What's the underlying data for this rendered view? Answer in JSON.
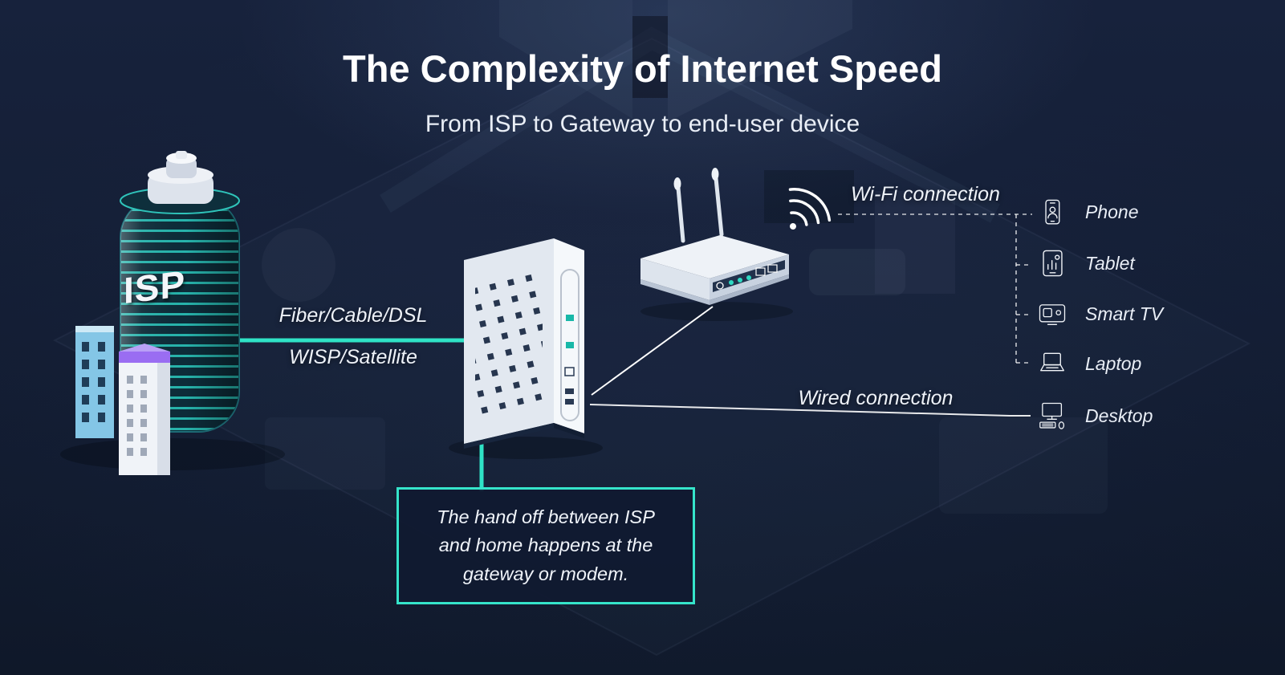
{
  "header": {
    "title": "The Complexity of Internet Speed",
    "subtitle": "From ISP to Gateway to end-user device"
  },
  "isp": {
    "label": "ISP"
  },
  "connections": {
    "link_type_1": "Fiber/Cable/DSL",
    "link_type_2": "WISP/Satellite",
    "wifi_label": "Wi-Fi connection",
    "wired_label": "Wired connection"
  },
  "devices": [
    {
      "label": "Phone",
      "icon": "phone-icon"
    },
    {
      "label": "Tablet",
      "icon": "tablet-icon"
    },
    {
      "label": "Smart TV",
      "icon": "smart-tv-icon"
    },
    {
      "label": "Laptop",
      "icon": "laptop-icon"
    },
    {
      "label": "Desktop",
      "icon": "desktop-icon"
    }
  ],
  "callout": {
    "text": "The hand off between ISP and home happens at the gateway or modem."
  },
  "colors": {
    "background": "#141e33",
    "accent_teal": "#35e4ca",
    "text": "#ffffff",
    "purple_accent": "#9a6df2"
  }
}
